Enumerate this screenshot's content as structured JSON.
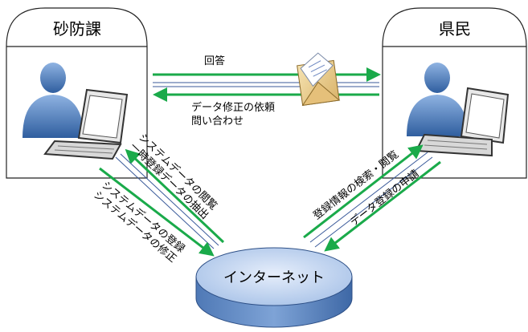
{
  "boxes": {
    "left_title": "砂防課",
    "right_title": "県民"
  },
  "cloud_label": "インターネット",
  "arrows": {
    "top_right": "回答",
    "top_left_line1": "データ修正の依頼",
    "top_left_line2": "問い合わせ",
    "left_up_line1": "システムデータの閲覧",
    "left_up_line2": "一時登録データの抽出",
    "left_down_line1": "システムデータの登録",
    "left_down_line2": "システムデータの修正",
    "right_up": "登録情報の検索・閲覧",
    "right_down": "データ登録の申請"
  },
  "colors": {
    "arrow_green": "#1aaa4a",
    "thin_line": "#3a5a9a",
    "person_blue": "#3f6fb0",
    "cylinder_top": "#c7d9f2",
    "cylinder_side": "#5e87c3"
  },
  "icons": [
    "person-icon",
    "laptop-icon",
    "envelope-icon",
    "cylinder-icon"
  ]
}
